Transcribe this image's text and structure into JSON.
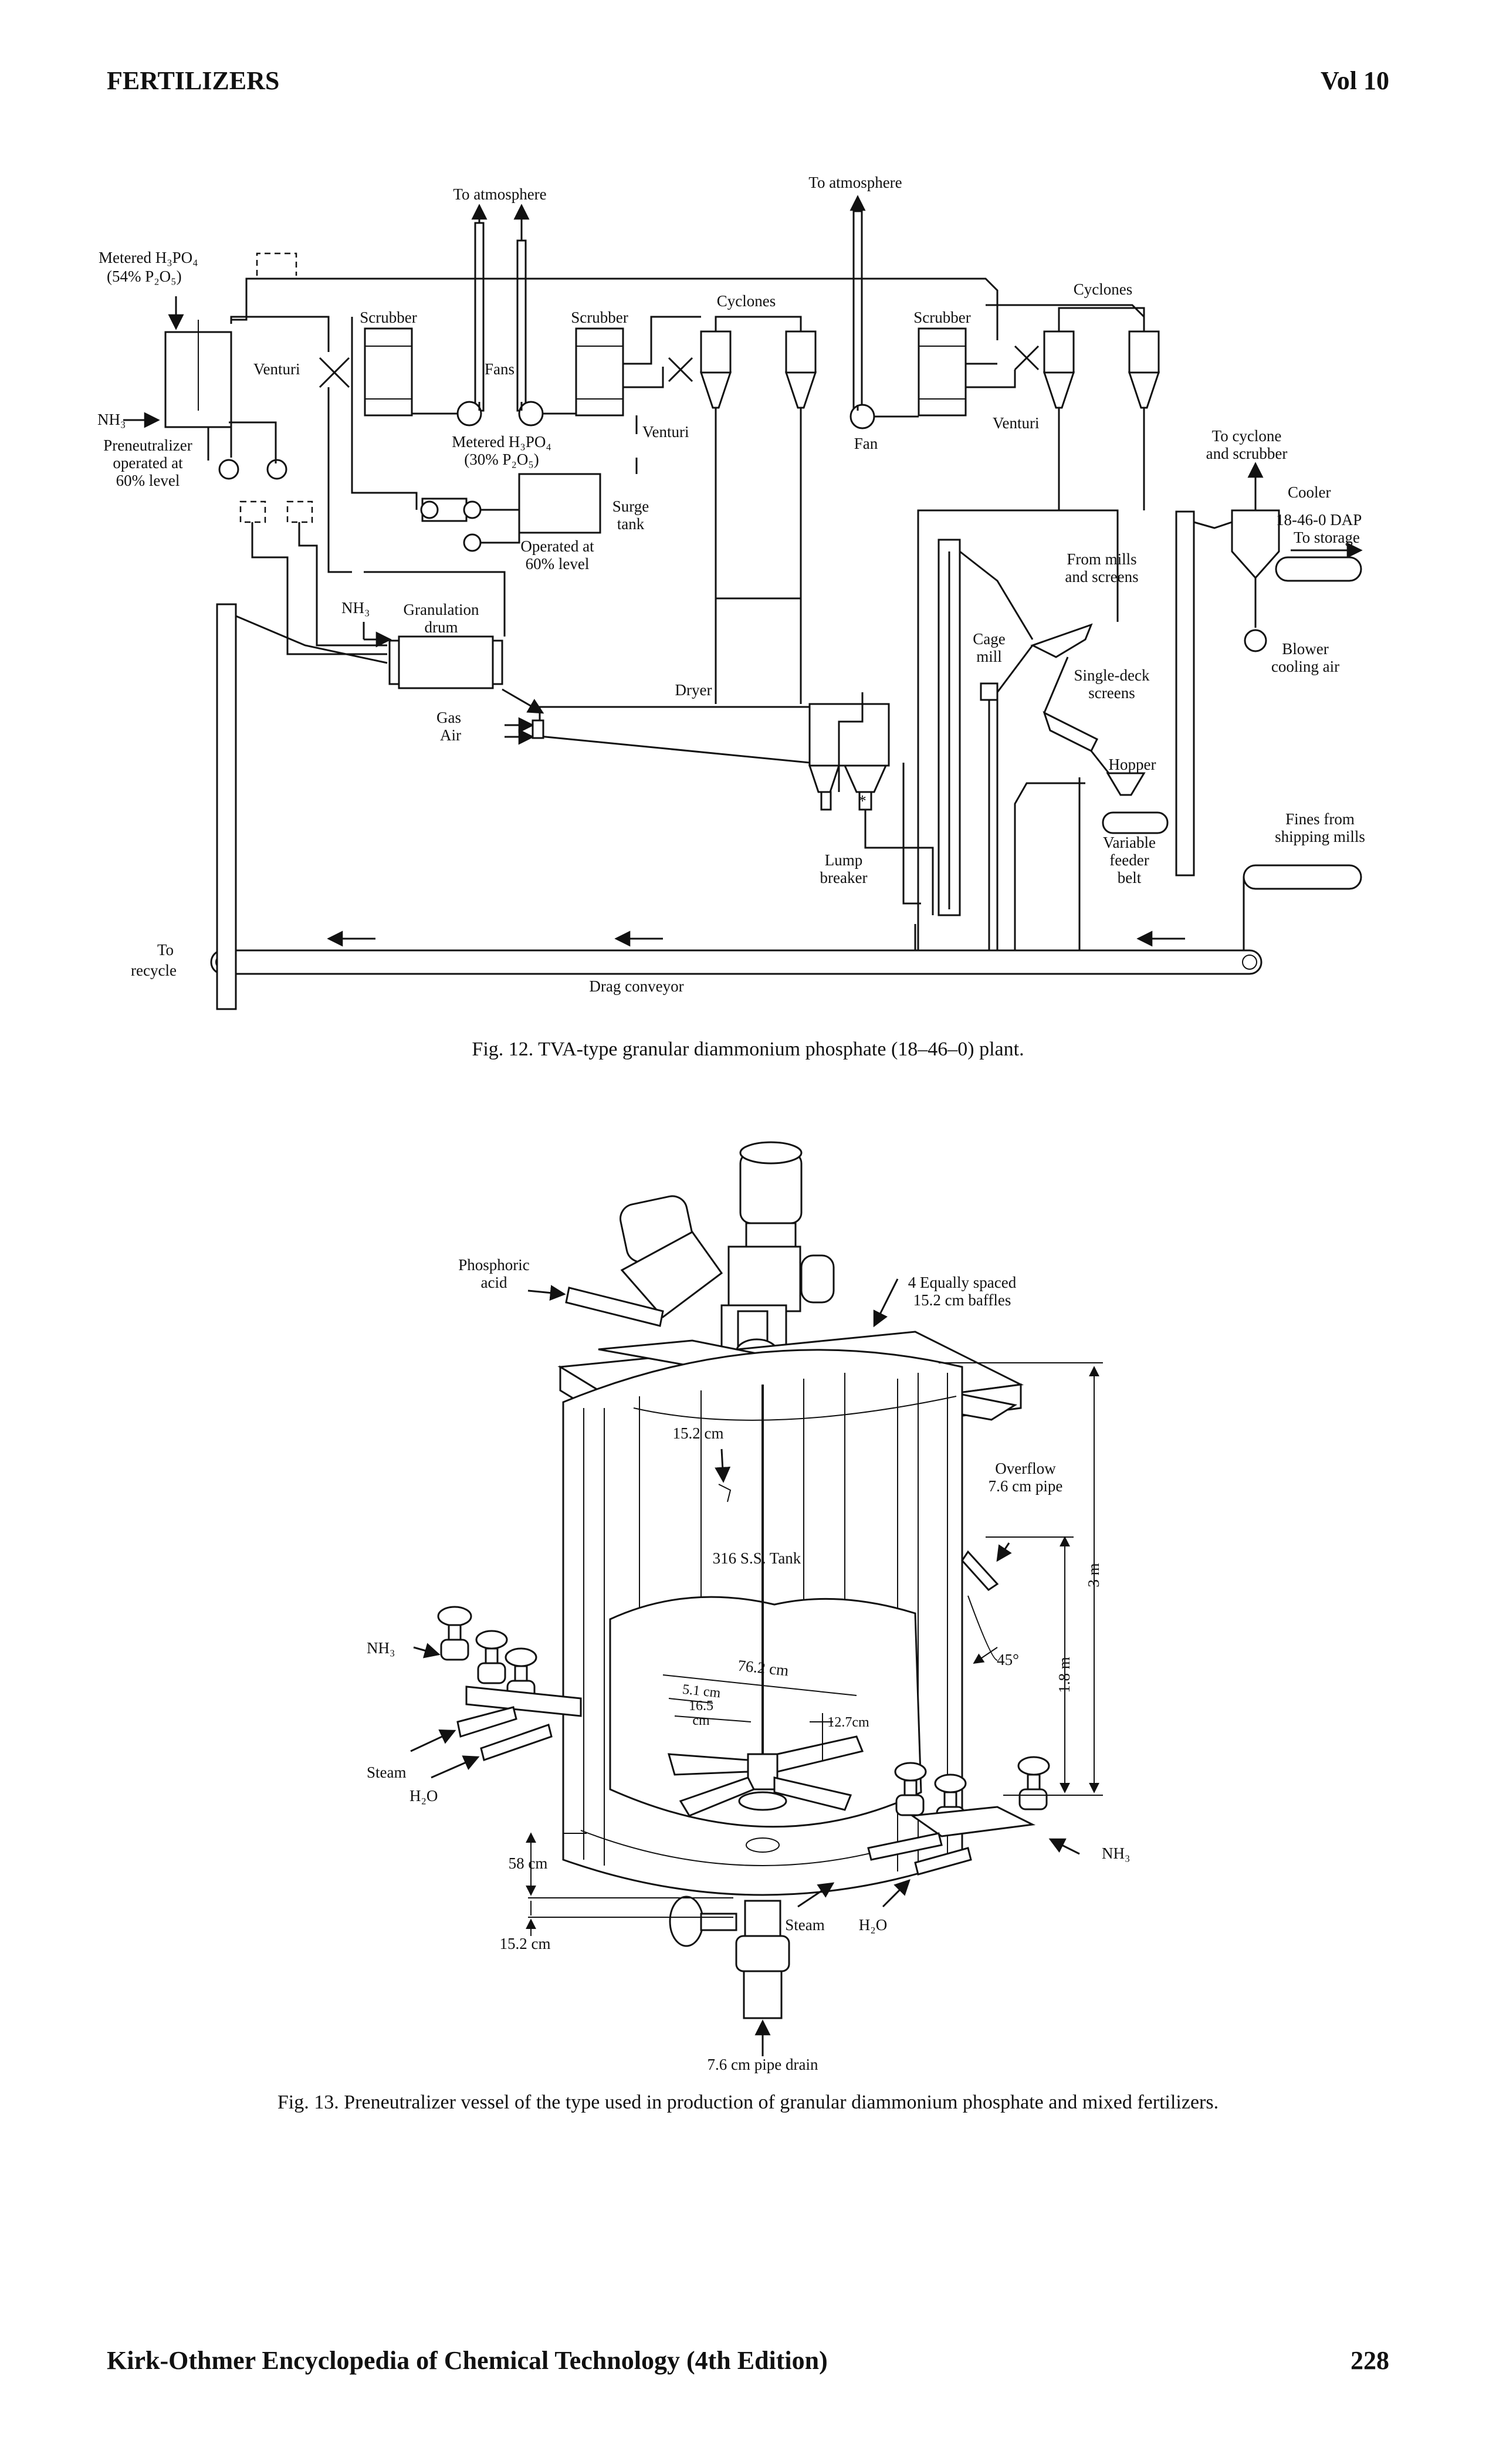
{
  "header": {
    "left": "FERTILIZERS",
    "right": "Vol 10"
  },
  "footer": {
    "left": "Kirk-Othmer Encyclopedia of Chemical Technology (4th Edition)",
    "right": "228"
  },
  "fig12": {
    "caption": "Fig. 12. TVA-type granular diammonium phosphate (18–46–0) plant.",
    "labels": {
      "to_atmosphere_1": "To atmosphere",
      "to_atmosphere_2": "To atmosphere",
      "metered_54_line1": "Metered H₃PO₄",
      "metered_54_line2": "(54% P₂O₅)",
      "nh3_left": "NH₃",
      "preneutralizer_1": "Preneutralizer",
      "preneutralizer_2": "operated at",
      "preneutralizer_3": "60% level",
      "venturi_1": "Venturi",
      "venturi_2": "Venturi",
      "venturi_3": "Venturi",
      "scrubber_1": "Scrubber",
      "scrubber_2": "Scrubber",
      "scrubber_3": "Scrubber",
      "fans": "Fans",
      "fan": "Fan",
      "cyclones_1": "Cyclones",
      "cyclones_2": "Cyclones",
      "metered_30_line1": "Metered H₃PO₄",
      "metered_30_line2": "(30% P₂O₅)",
      "surge_tank_1": "Surge",
      "surge_tank_2": "tank",
      "operated_1": "Operated at",
      "operated_2": "60% level",
      "nh3_gran": "NH₃",
      "granulation_1": "Granulation",
      "granulation_2": "drum",
      "dryer": "Dryer",
      "gas": "Gas",
      "air": "Air",
      "lump_1": "Lump",
      "lump_2": "breaker",
      "cage_1": "Cage",
      "cage_2": "mill",
      "from_mills_1": "From mills",
      "from_mills_2": "and screens",
      "single_deck_1": "Single-deck",
      "single_deck_2": "screens",
      "hopper": "Hopper",
      "variable_1": "Variable",
      "variable_2": "feeder",
      "variable_3": "belt",
      "to_cyclone_1": "To cyclone",
      "to_cyclone_2": "and scrubber",
      "cooler": "Cooler",
      "dap": "18-46-0 DAP",
      "to_storage": "To storage",
      "blower_1": "Blower",
      "blower_2": "cooling air",
      "fines_1": "Fines from",
      "fines_2": "shipping mills",
      "to_recycle_1": "To",
      "to_recycle_2": "recycle",
      "drag_conveyor": "Drag conveyor"
    }
  },
  "fig13": {
    "caption": "Fig. 13. Preneutralizer vessel of the type used in production of granular diammonium phosphate and mixed fertilizers.",
    "labels": {
      "phosphoric_1": "Phosphoric",
      "phosphoric_2": "acid",
      "baffles_1": "4 Equally spaced",
      "baffles_2": "15.2 cm baffles",
      "dim_152_top": "15.2 cm",
      "overflow_1": "Overflow",
      "overflow_2": "7.6 cm pipe",
      "tank": "316 S.S. Tank",
      "dim_3m": "3 m",
      "dim_18m": "1.8 m",
      "angle": "45°",
      "dim_762": "76.2 cm",
      "dim_51": "5.1 cm",
      "dim_165_a": "16.5",
      "dim_165_b": "cm",
      "dim_127": "12.7cm",
      "nh3_left": "NH₃",
      "steam_left": "Steam",
      "h2o_left": "H₂O",
      "nh3_right": "NH₃",
      "steam_right": "Steam",
      "h2o_right": "H₂O",
      "dim_58": "58 cm",
      "dim_152_bottom": "15.2 cm",
      "drain": "7.6 cm pipe drain"
    }
  }
}
